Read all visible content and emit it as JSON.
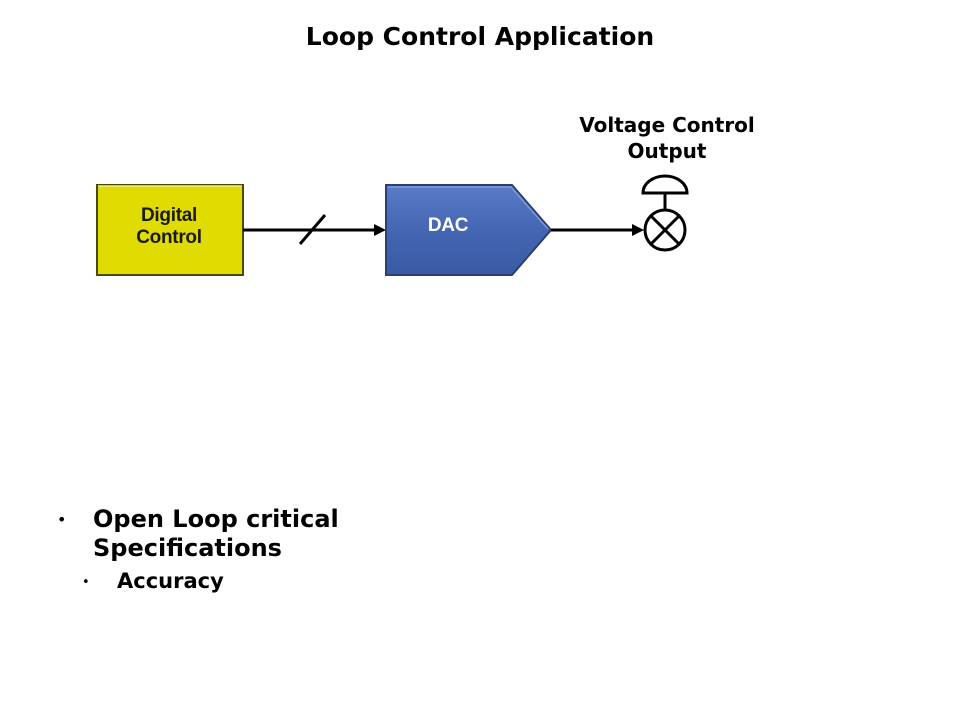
{
  "slide": {
    "title": "Loop Control Application"
  },
  "diagram": {
    "digital_control": {
      "line1": "Digital",
      "line2": "Control",
      "fill": "#e0db00"
    },
    "dac": {
      "label": "DAC",
      "fill": "#4466b3"
    },
    "output": {
      "line1": "Voltage Control",
      "line2": "Output"
    }
  },
  "bullets": [
    {
      "marker": "•",
      "text": "Open Loop critical Specifications",
      "sub": [
        {
          "marker": "•",
          "text": "Accuracy"
        }
      ]
    }
  ]
}
